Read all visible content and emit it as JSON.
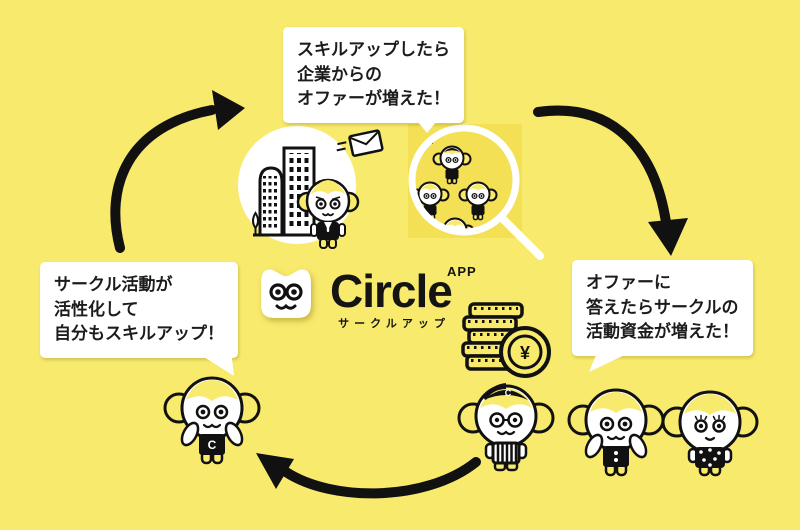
{
  "colors": {
    "background": "#F8EA6D",
    "photo_background": "#F4E055",
    "ink": "#111111",
    "white": "#FFFFFF"
  },
  "bubbles": {
    "top": {
      "line1": "スキルアップしたら",
      "line2": "企業からの",
      "line3": "オファーが増えた！"
    },
    "left": {
      "line1": "サークル活動が",
      "line2": "活性化して",
      "line3": "自分もスキルアップ！"
    },
    "right": {
      "line1": "オファーに",
      "line2": "答えたらサークルの",
      "line3": "活動資金が増えた！"
    }
  },
  "logo": {
    "wordmark": "Circle",
    "app_label": "APP",
    "subtitle": "サークルアップ"
  },
  "labels": {
    "shirt_letter": "C",
    "cap_letter": "C",
    "coin_symbol": "¥"
  }
}
